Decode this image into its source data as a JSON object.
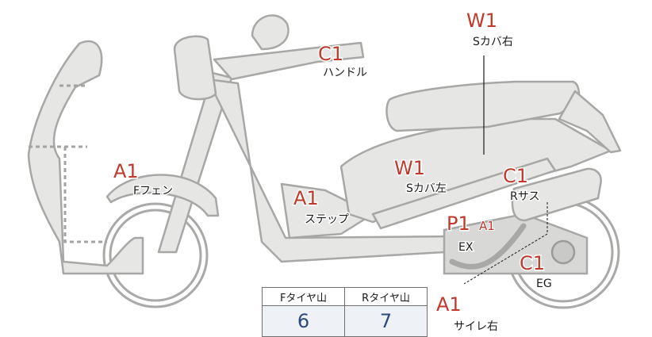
{
  "title": "",
  "annotations": [
    {
      "id": "handle",
      "code": "C1",
      "label": "ハンドル"
    },
    {
      "id": "front-fender",
      "code": "A1",
      "label": "Fフェン"
    },
    {
      "id": "step",
      "code": "A1",
      "label": "ステップ"
    },
    {
      "id": "side-cover-left",
      "code": "W1",
      "label": "Sカバ左"
    },
    {
      "id": "side-cover-right",
      "code": "W1",
      "label": "Sカバ右"
    },
    {
      "id": "rear-suspension",
      "code": "C1",
      "label": "Rサス"
    },
    {
      "id": "exhaust",
      "code": "P1",
      "code2": "A1",
      "label": "EX"
    },
    {
      "id": "engine",
      "code": "C1",
      "label": "EG"
    },
    {
      "id": "muffler-right",
      "code": "A1",
      "label": "サイレ右"
    }
  ],
  "tire_table": {
    "headers": [
      "Fタイヤ山",
      "Rタイヤ山"
    ],
    "values": [
      "6",
      "7"
    ]
  },
  "colors": {
    "body": "#e6e6e4",
    "outline": "#a7a7a5",
    "code": "#c0392b",
    "value": "#2b4a7c"
  }
}
